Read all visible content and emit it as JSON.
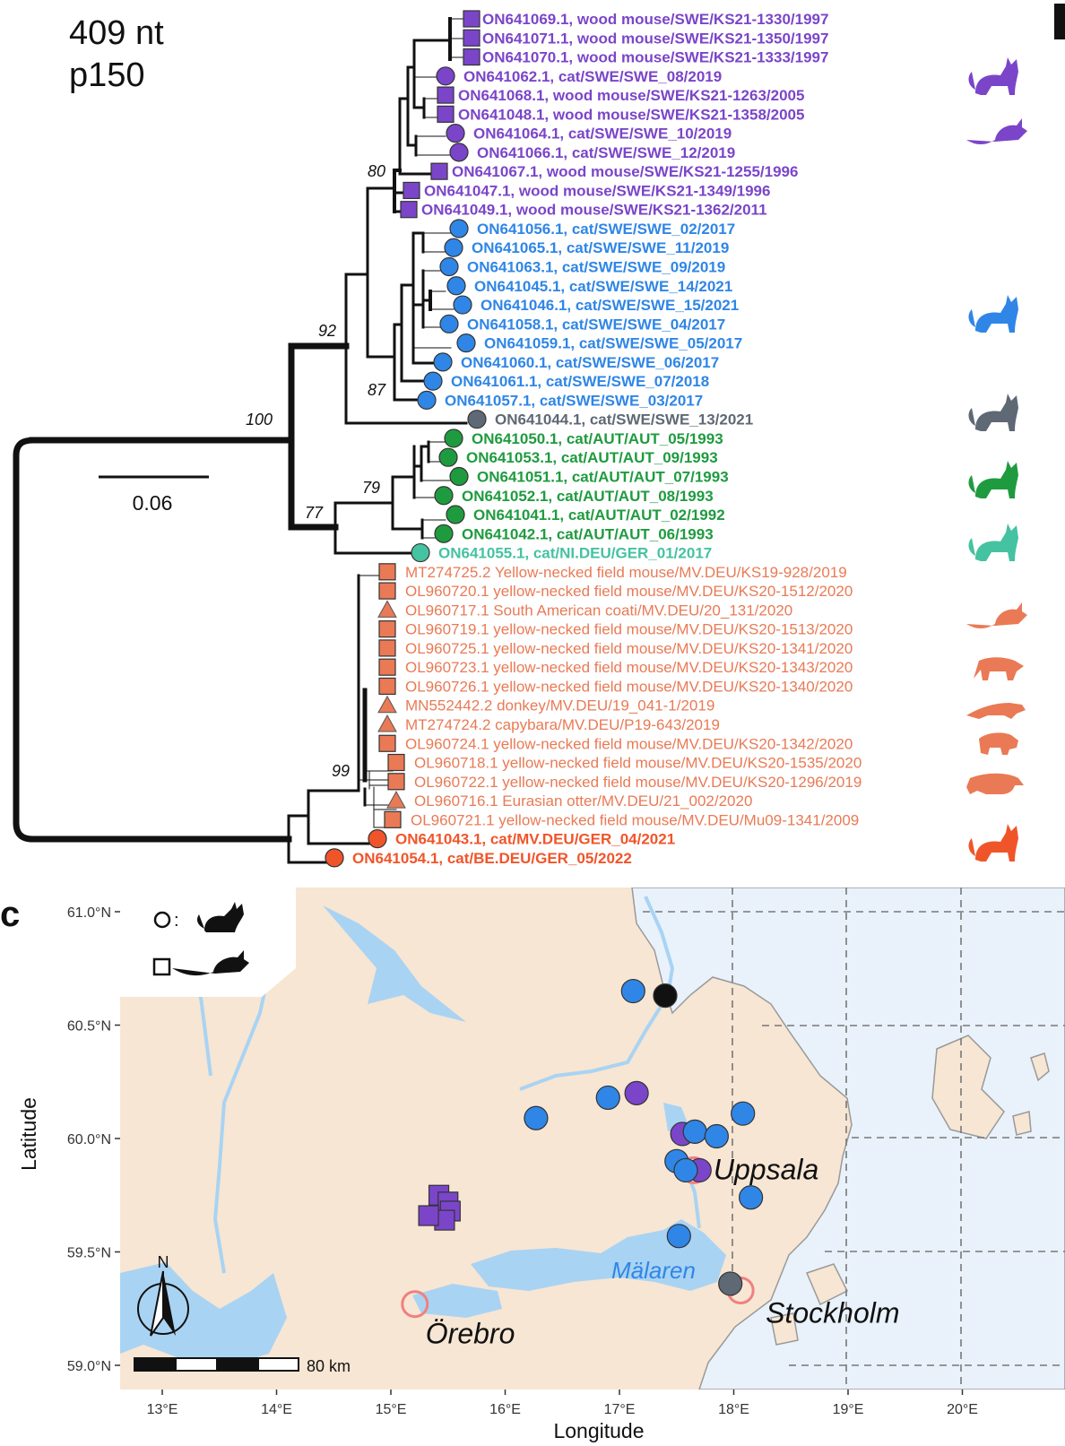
{
  "panel_c_letter": "c",
  "header": {
    "line1": "409 nt",
    "line2": "p150"
  },
  "scale_bar_label": "0.06",
  "colors": {
    "swe_purple": "#7b45c9",
    "swe_blue": "#2f86e6",
    "swe_gray": "#5f6875",
    "aut_green": "#1f9b3f",
    "ger_teal": "#45c2a1",
    "ger_salmon": "#e97a55",
    "ger_orange": "#f0552a",
    "map_land": "#f7e6d3",
    "map_sea": "#e9f2fb",
    "map_water": "#a9d3f3"
  },
  "bootstrap": [
    "80",
    "92",
    "87",
    "100",
    "79",
    "77",
    "99"
  ],
  "tips": [
    {
      "label": "ON641069.1, wood mouse/SWE/KS21-1330/1997",
      "shape": "square",
      "color": "swe_purple",
      "bold": true
    },
    {
      "label": "ON641071.1, wood mouse/SWE/KS21-1350/1997",
      "shape": "square",
      "color": "swe_purple",
      "bold": true
    },
    {
      "label": "ON641070.1, wood mouse/SWE/KS21-1333/1997",
      "shape": "square",
      "color": "swe_purple",
      "bold": true
    },
    {
      "label": "ON641062.1, cat/SWE/SWE_08/2019",
      "shape": "circle",
      "color": "swe_purple",
      "bold": true
    },
    {
      "label": "ON641068.1, wood mouse/SWE/KS21-1263/2005",
      "shape": "square",
      "color": "swe_purple",
      "bold": true
    },
    {
      "label": "ON641048.1, wood mouse/SWE/KS21-1358/2005",
      "shape": "square",
      "color": "swe_purple",
      "bold": true
    },
    {
      "label": "ON641064.1, cat/SWE/SWE_10/2019",
      "shape": "circle",
      "color": "swe_purple",
      "bold": true
    },
    {
      "label": "ON641066.1, cat/SWE/SWE_12/2019",
      "shape": "circle",
      "color": "swe_purple",
      "bold": true
    },
    {
      "label": "ON641067.1, wood mouse/SWE/KS21-1255/1996",
      "shape": "square",
      "color": "swe_purple",
      "bold": true
    },
    {
      "label": "ON641047.1, wood mouse/SWE/KS21-1349/1996",
      "shape": "square",
      "color": "swe_purple",
      "bold": true
    },
    {
      "label": "ON641049.1, wood mouse/SWE/KS21-1362/2011",
      "shape": "square",
      "color": "swe_purple",
      "bold": true
    },
    {
      "label": "ON641056.1, cat/SWE/SWE_02/2017",
      "shape": "circle",
      "color": "swe_blue",
      "bold": true
    },
    {
      "label": "ON641065.1, cat/SWE/SWE_11/2019",
      "shape": "circle",
      "color": "swe_blue",
      "bold": true
    },
    {
      "label": "ON641063.1, cat/SWE/SWE_09/2019",
      "shape": "circle",
      "color": "swe_blue",
      "bold": true
    },
    {
      "label": "ON641045.1, cat/SWE/SWE_14/2021",
      "shape": "circle",
      "color": "swe_blue",
      "bold": true
    },
    {
      "label": "ON641046.1, cat/SWE/SWE_15/2021",
      "shape": "circle",
      "color": "swe_blue",
      "bold": true
    },
    {
      "label": "ON641058.1, cat/SWE/SWE_04/2017",
      "shape": "circle",
      "color": "swe_blue",
      "bold": true
    },
    {
      "label": "ON641059.1, cat/SWE/SWE_05/2017",
      "shape": "circle",
      "color": "swe_blue",
      "bold": true
    },
    {
      "label": "ON641060.1, cat/SWE/SWE_06/2017",
      "shape": "circle",
      "color": "swe_blue",
      "bold": true
    },
    {
      "label": "ON641061.1, cat/SWE/SWE_07/2018",
      "shape": "circle",
      "color": "swe_blue",
      "bold": true
    },
    {
      "label": "ON641057.1, cat/SWE/SWE_03/2017",
      "shape": "circle",
      "color": "swe_blue",
      "bold": true
    },
    {
      "label": "ON641044.1, cat/SWE/SWE_13/2021",
      "shape": "circle",
      "color": "swe_gray",
      "bold": true
    },
    {
      "label": "ON641050.1, cat/AUT/AUT_05/1993",
      "shape": "circle",
      "color": "aut_green",
      "bold": true
    },
    {
      "label": "ON641053.1, cat/AUT/AUT_09/1993",
      "shape": "circle",
      "color": "aut_green",
      "bold": true
    },
    {
      "label": "ON641051.1, cat/AUT/AUT_07/1993",
      "shape": "circle",
      "color": "aut_green",
      "bold": true
    },
    {
      "label": "ON641052.1, cat/AUT/AUT_08/1993",
      "shape": "circle",
      "color": "aut_green",
      "bold": true
    },
    {
      "label": "ON641041.1, cat/AUT/AUT_02/1992",
      "shape": "circle",
      "color": "aut_green",
      "bold": true
    },
    {
      "label": "ON641042.1, cat/AUT/AUT_06/1993",
      "shape": "circle",
      "color": "aut_green",
      "bold": true
    },
    {
      "label": "ON641055.1, cat/NI.DEU/GER_01/2017",
      "shape": "circle",
      "color": "ger_teal",
      "bold": true
    },
    {
      "label": "MT274725.2 Yellow-necked field mouse/MV.DEU/KS19-928/2019",
      "shape": "square",
      "color": "ger_salmon",
      "bold": false
    },
    {
      "label": "OL960720.1 yellow-necked field mouse/MV.DEU/KS20-1512/2020",
      "shape": "square",
      "color": "ger_salmon",
      "bold": false
    },
    {
      "label": "OL960717.1 South American coati/MV.DEU/20_131/2020",
      "shape": "triangle",
      "color": "ger_salmon",
      "bold": false
    },
    {
      "label": "OL960719.1 yellow-necked field mouse/MV.DEU/KS20-1513/2020",
      "shape": "square",
      "color": "ger_salmon",
      "bold": false
    },
    {
      "label": "OL960725.1 yellow-necked field mouse/MV.DEU/KS20-1341/2020",
      "shape": "square",
      "color": "ger_salmon",
      "bold": false
    },
    {
      "label": "OL960723.1 yellow-necked field mouse/MV.DEU/KS20-1343/2020",
      "shape": "square",
      "color": "ger_salmon",
      "bold": false
    },
    {
      "label": "OL960726.1 yellow-necked field mouse/MV.DEU/KS20-1340/2020",
      "shape": "square",
      "color": "ger_salmon",
      "bold": false
    },
    {
      "label": "MN552442.2 donkey/MV.DEU/19_041-1/2019",
      "shape": "triangle",
      "color": "ger_salmon",
      "bold": false
    },
    {
      "label": "MT274724.2 capybara/MV.DEU/P19-643/2019",
      "shape": "triangle",
      "color": "ger_salmon",
      "bold": false
    },
    {
      "label": "OL960724.1 yellow-necked field mouse/MV.DEU/KS20-1342/2020",
      "shape": "square",
      "color": "ger_salmon",
      "bold": false
    },
    {
      "label": "OL960718.1 yellow-necked field mouse/MV.DEU/KS20-1535/2020",
      "shape": "square",
      "color": "ger_salmon",
      "bold": false
    },
    {
      "label": "OL960722.1 yellow-necked field mouse/MV.DEU/KS20-1296/2019",
      "shape": "square",
      "color": "ger_salmon",
      "bold": false
    },
    {
      "label": "OL960716.1 Eurasian otter/MV.DEU/21_002/2020",
      "shape": "triangle",
      "color": "ger_salmon",
      "bold": false
    },
    {
      "label": "OL960721.1 yellow-necked field mouse/MV.DEU/Mu09-1341/2009",
      "shape": "square",
      "color": "ger_salmon",
      "bold": false
    },
    {
      "label": "ON641043.1, cat/MV.DEU/GER_04/2021",
      "shape": "circle",
      "color": "ger_orange",
      "bold": true
    },
    {
      "label": "ON641054.1, cat/BE.DEU/GER_05/2022",
      "shape": "circle",
      "color": "ger_orange",
      "bold": true
    }
  ],
  "silhouettes": [
    {
      "animal": "cat-icon",
      "color": "swe_purple"
    },
    {
      "animal": "mouse-icon",
      "color": "swe_purple"
    },
    {
      "animal": "cat-icon",
      "color": "swe_blue"
    },
    {
      "animal": "cat-icon",
      "color": "swe_gray"
    },
    {
      "animal": "cat-icon",
      "color": "aut_green"
    },
    {
      "animal": "cat-icon",
      "color": "ger_teal"
    },
    {
      "animal": "mouse-icon",
      "color": "ger_salmon"
    },
    {
      "animal": "coati-icon",
      "color": "ger_salmon"
    },
    {
      "animal": "otter-icon",
      "color": "ger_salmon"
    },
    {
      "animal": "capybara-icon",
      "color": "ger_salmon"
    },
    {
      "animal": "donkey-icon",
      "color": "ger_salmon"
    },
    {
      "animal": "cat-icon",
      "color": "ger_orange"
    }
  ],
  "map": {
    "xlabel": "Longitude",
    "ylabel": "Latitude",
    "lon_ticks": [
      "13°E",
      "14°E",
      "15°E",
      "16°E",
      "17°E",
      "18°E",
      "19°E",
      "20°E"
    ],
    "lat_ticks": [
      "61.0°N",
      "60.5°N",
      "60.0°N",
      "59.5°N",
      "59.0°N"
    ],
    "lon_range": [
      12.6,
      20.9
    ],
    "lat_range": [
      58.9,
      61.1
    ],
    "cities": [
      {
        "name": "Uppsala",
        "lon": 17.65,
        "lat": 59.86
      },
      {
        "name": "Stockholm",
        "lon": 18.06,
        "lat": 59.33
      },
      {
        "name": "Örebro",
        "lon": 15.21,
        "lat": 59.27
      }
    ],
    "lake_label": "Mälaren",
    "scale_label": "80 km",
    "north_label": "N",
    "samples": [
      {
        "lon": 17.12,
        "lat": 60.65,
        "shape": "circle",
        "color": "swe_blue"
      },
      {
        "lon": 17.4,
        "lat": 60.63,
        "shape": "circle",
        "color": "#111111"
      },
      {
        "lon": 16.9,
        "lat": 60.18,
        "shape": "circle",
        "color": "swe_blue"
      },
      {
        "lon": 17.15,
        "lat": 60.2,
        "shape": "circle",
        "color": "swe_purple"
      },
      {
        "lon": 16.27,
        "lat": 60.09,
        "shape": "circle",
        "color": "swe_blue"
      },
      {
        "lon": 18.08,
        "lat": 60.11,
        "shape": "circle",
        "color": "swe_blue"
      },
      {
        "lon": 17.55,
        "lat": 60.02,
        "shape": "circle",
        "color": "swe_purple"
      },
      {
        "lon": 17.66,
        "lat": 60.03,
        "shape": "circle",
        "color": "swe_blue"
      },
      {
        "lon": 17.85,
        "lat": 60.01,
        "shape": "circle",
        "color": "swe_blue"
      },
      {
        "lon": 17.5,
        "lat": 59.9,
        "shape": "circle",
        "color": "swe_blue"
      },
      {
        "lon": 17.7,
        "lat": 59.86,
        "shape": "circle",
        "color": "swe_purple"
      },
      {
        "lon": 17.58,
        "lat": 59.86,
        "shape": "circle",
        "color": "swe_blue"
      },
      {
        "lon": 18.15,
        "lat": 59.74,
        "shape": "circle",
        "color": "swe_blue"
      },
      {
        "lon": 17.52,
        "lat": 59.57,
        "shape": "circle",
        "color": "swe_blue"
      },
      {
        "lon": 17.97,
        "lat": 59.36,
        "shape": "circle",
        "color": "swe_gray"
      },
      {
        "lon": 15.42,
        "lat": 59.75,
        "shape": "square",
        "color": "swe_purple"
      },
      {
        "lon": 15.5,
        "lat": 59.72,
        "shape": "square",
        "color": "swe_purple"
      },
      {
        "lon": 15.52,
        "lat": 59.68,
        "shape": "square",
        "color": "swe_purple"
      },
      {
        "lon": 15.47,
        "lat": 59.64,
        "shape": "square",
        "color": "swe_purple"
      },
      {
        "lon": 15.33,
        "lat": 59.66,
        "shape": "square",
        "color": "swe_purple"
      }
    ]
  }
}
